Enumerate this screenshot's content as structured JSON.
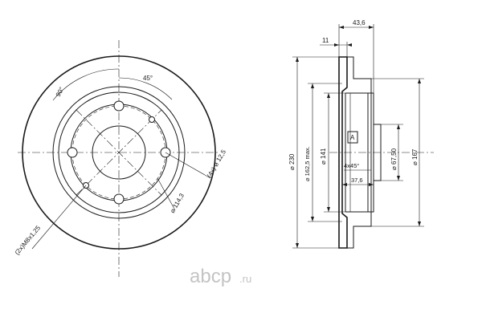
{
  "front_view": {
    "bolt_angle": "45°",
    "stud_angle": "90°",
    "pcd": "⌀ 114,3",
    "bolt_holes": "(4x) ⌀ 12,5",
    "thread_holes": "(2x)M8x1,25"
  },
  "section_view": {
    "total_height": "43,6",
    "disc_thickness": "11",
    "outer_diameter": "⌀ 230",
    "friction_inner_diameter": "⌀ 162,5 max.",
    "hat_diameter": "⌀ 141",
    "center_bore": "⌀ 67,50",
    "hub_diameter": "⌀ 167",
    "chamfer": "4x45°",
    "hat_depth": "37,6",
    "datum": "A"
  },
  "watermark": {
    "brand": "abcp",
    "domain": ".ru"
  }
}
